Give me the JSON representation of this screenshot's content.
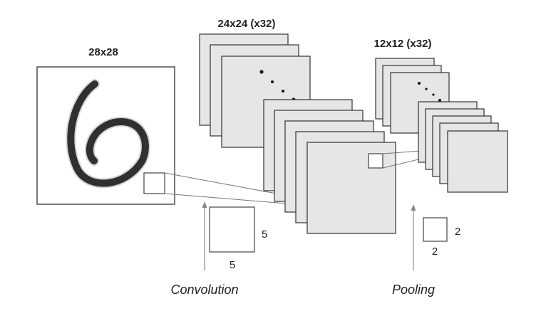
{
  "input": {
    "size_label": "28x28",
    "digit": "6"
  },
  "conv_layer": {
    "size_label": "24x24 (x32)",
    "operation_label": "Convolution",
    "kernel_width_label": "5",
    "kernel_height_label": "5"
  },
  "pool_layer": {
    "size_label": "12x12 (x32)",
    "operation_label": "Pooling",
    "kernel_width_label": "2",
    "kernel_height_label": "2"
  },
  "colors": {
    "feature_map_fill": "#e6e6e6",
    "stroke": "#333333",
    "digit_ink": "#111111"
  }
}
